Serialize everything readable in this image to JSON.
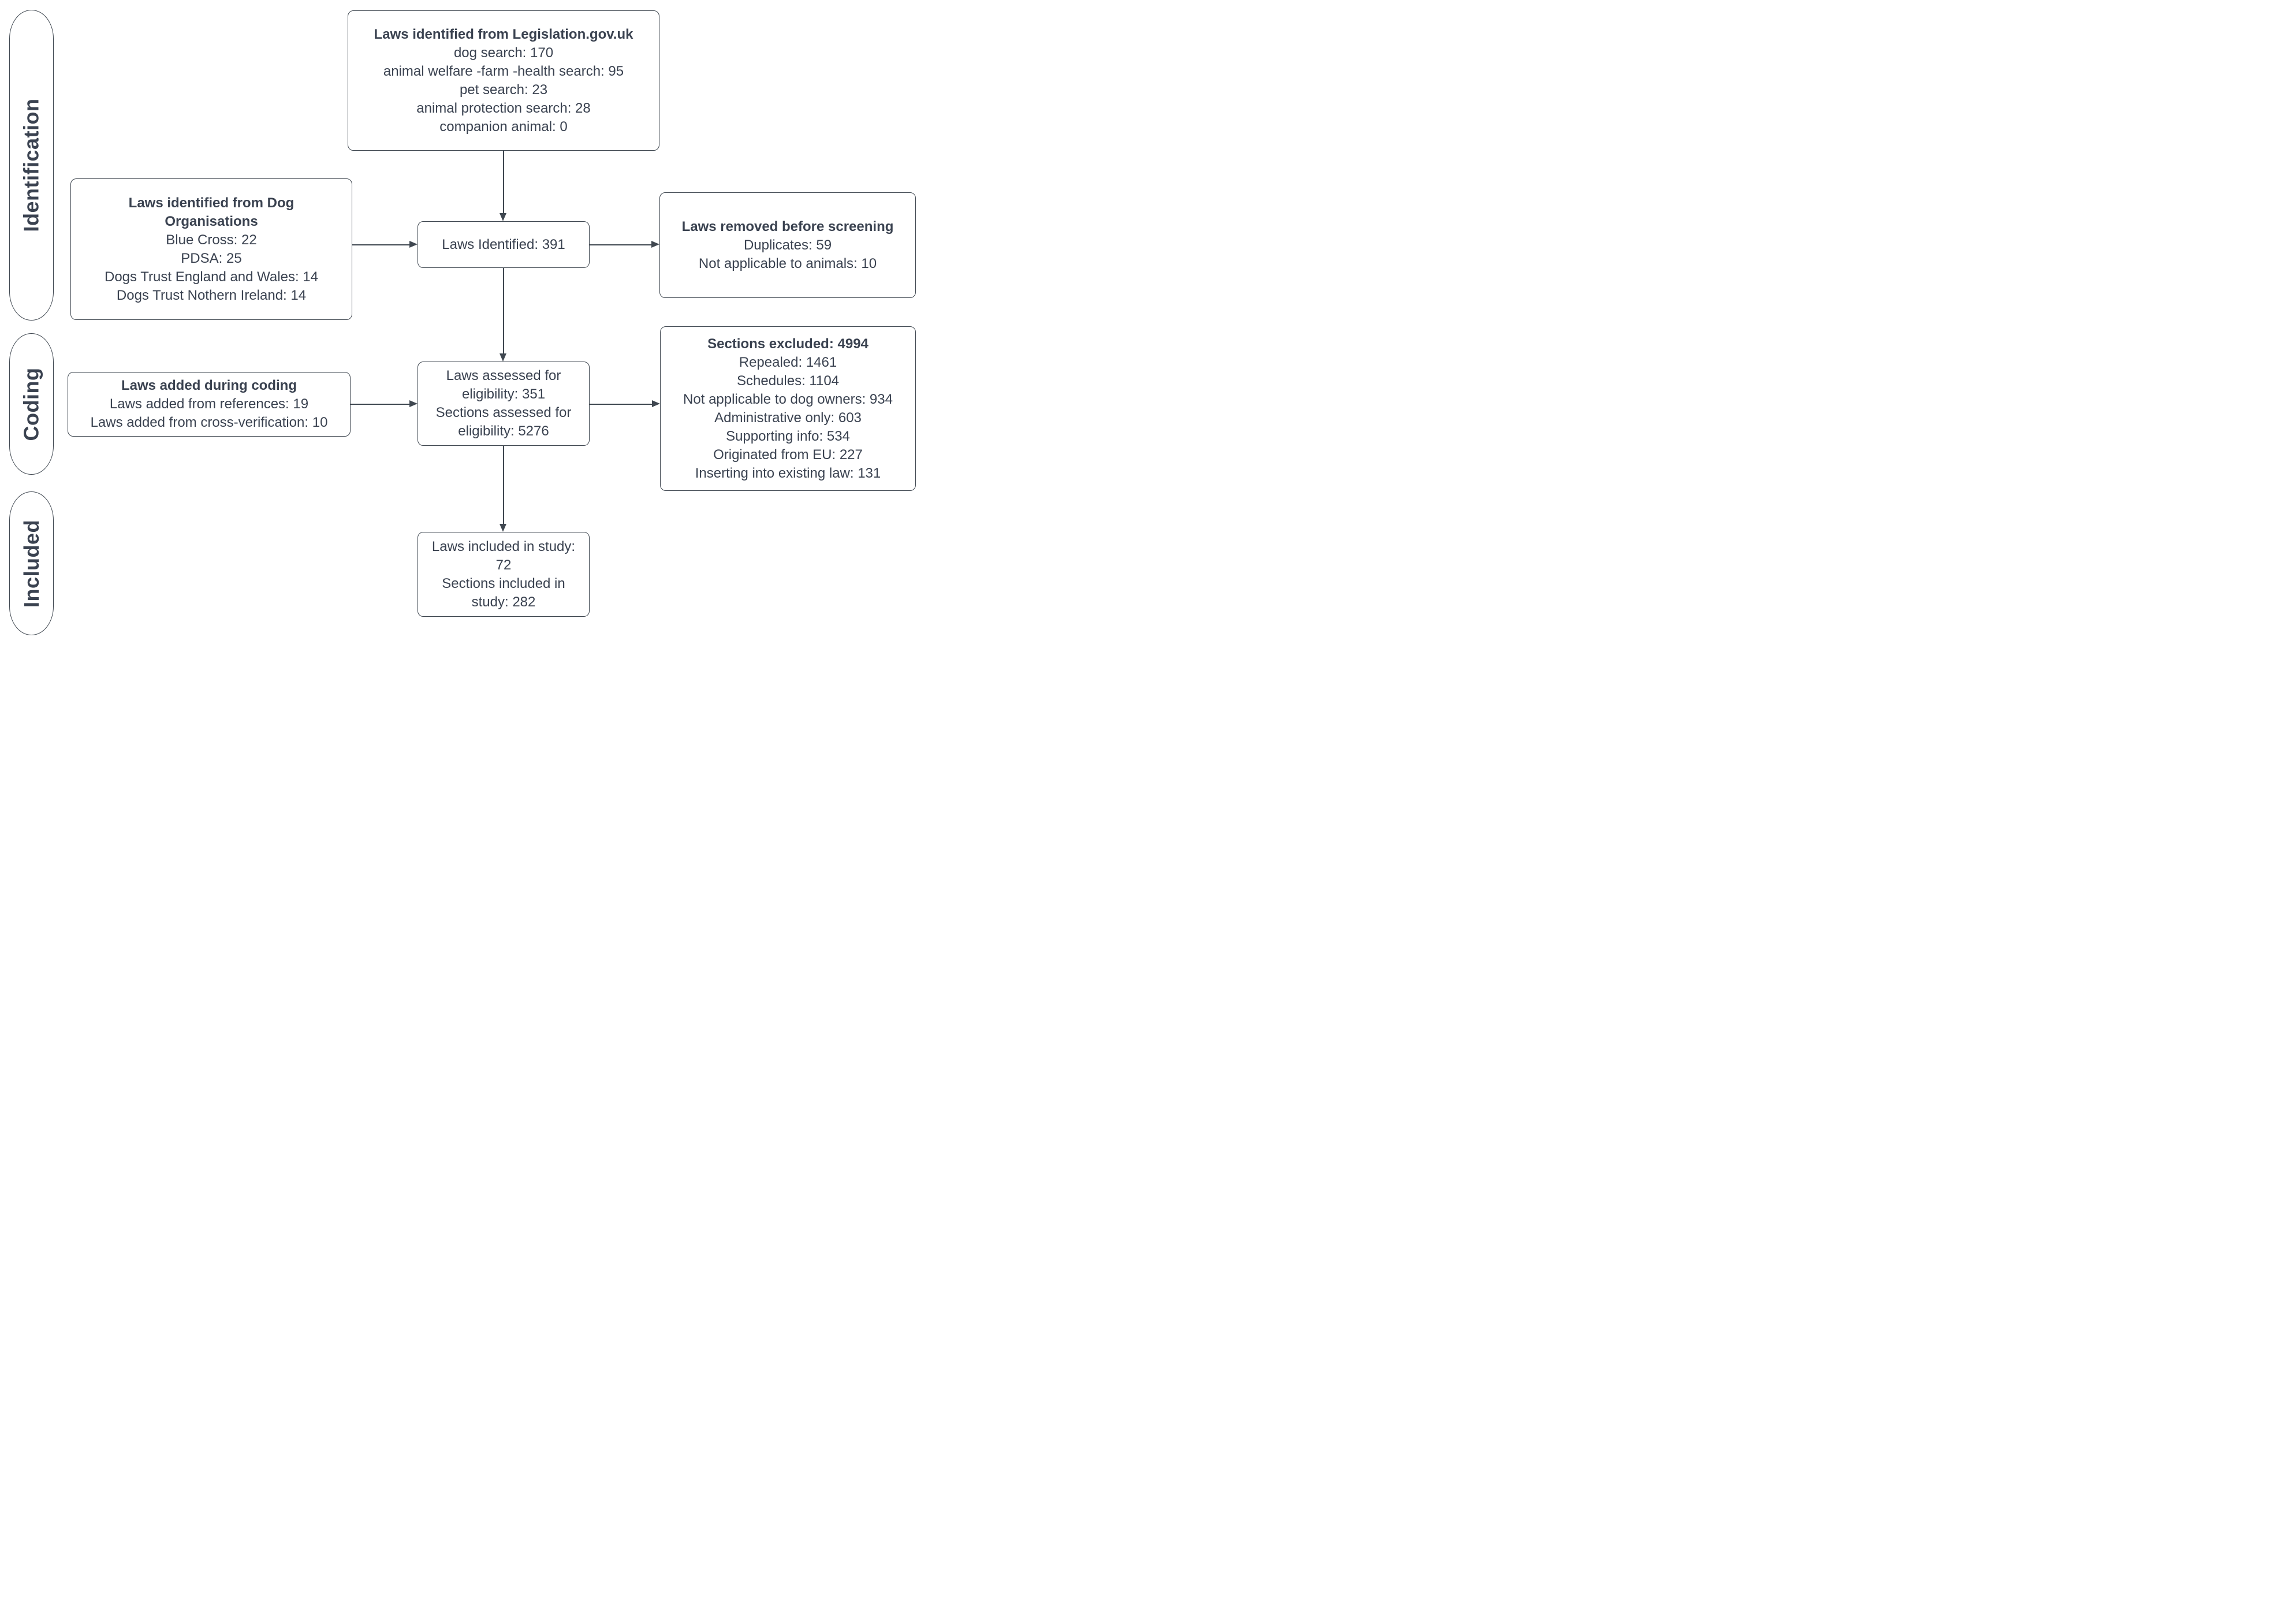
{
  "diagram": {
    "stages": [
      {
        "label": "Identification"
      },
      {
        "label": "Coding"
      },
      {
        "label": "Included"
      }
    ],
    "boxes": {
      "legislation": {
        "title": "Laws identified from Legislation.gov.uk",
        "lines": [
          "dog search: 170",
          "animal welfare -farm -health search: 95",
          "pet search: 23",
          "animal protection search: 28",
          "companion animal: 0"
        ]
      },
      "dog_orgs": {
        "title_lines": [
          "Laws identified from Dog",
          "Organisations"
        ],
        "lines": [
          "Blue Cross: 22",
          "PDSA: 25",
          "Dogs Trust England and Wales: 14",
          "Dogs Trust Nothern Ireland: 14"
        ]
      },
      "identified": {
        "line": "Laws Identified: 391"
      },
      "removed": {
        "title": "Laws removed before screening",
        "lines": [
          "Duplicates: 59",
          "Not applicable to animals: 10"
        ]
      },
      "added": {
        "title": "Laws added during coding",
        "lines": [
          "Laws added from references: 19",
          "Laws added from cross-verification: 10"
        ]
      },
      "assessed": {
        "lines": [
          "Laws assessed for",
          "eligibility: 351",
          "Sections assessed for",
          "eligibility: 5276"
        ]
      },
      "excluded": {
        "title": "Sections excluded: 4994",
        "lines": [
          "Repealed: 1461",
          "Schedules: 1104",
          "Not applicable to dog owners: 934",
          "Administrative only: 603",
          "Supporting info: 534",
          "Originated from EU: 227",
          "Inserting into existing law: 131"
        ]
      },
      "included": {
        "lines": [
          "Laws included in study:",
          "72",
          "Sections included in",
          "study: 282"
        ]
      }
    },
    "colors": {
      "text": "#3a4250",
      "line": "#3f4750",
      "background": "#ffffff"
    }
  }
}
